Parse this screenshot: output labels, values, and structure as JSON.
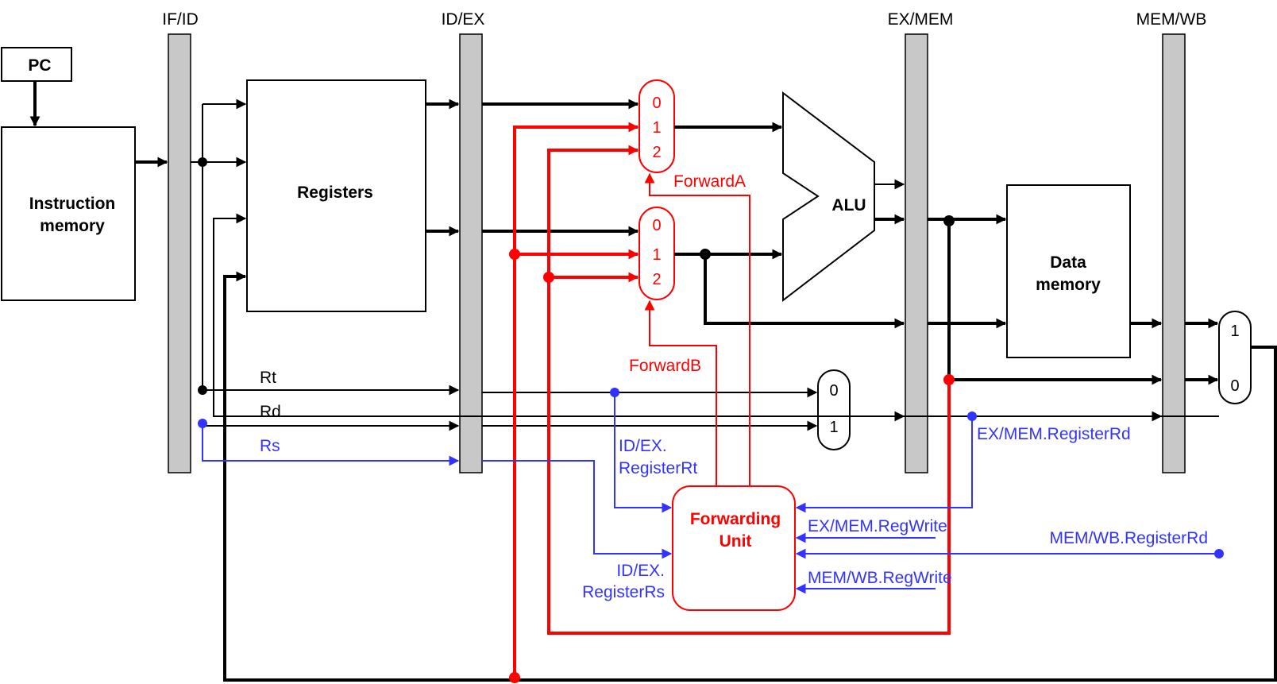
{
  "colors": {
    "black": "#000000",
    "red": "#ff0000",
    "blue": "#3333ff",
    "reg_fill": "#c8c8c8"
  },
  "pipeline_registers": {
    "if_id": "IF/ID",
    "id_ex": "ID/EX",
    "ex_mem": "EX/MEM",
    "mem_wb": "MEM/WB"
  },
  "blocks": {
    "pc": "PC",
    "instruction_memory": [
      "Instruction",
      "memory"
    ],
    "registers": "Registers",
    "alu": "ALU",
    "data_memory": [
      "Data",
      "memory"
    ],
    "forwarding_unit": [
      "Forwarding",
      "Unit"
    ]
  },
  "muxes": {
    "forward_a": [
      "0",
      "1",
      "2"
    ],
    "forward_b": [
      "0",
      "1",
      "2"
    ],
    "reg_dst": [
      "0",
      "1"
    ],
    "mem_to_reg": [
      "1",
      "0"
    ]
  },
  "signals": {
    "forward_a": "ForwardA",
    "forward_b": "ForwardB",
    "rt": "Rt",
    "rd": "Rd",
    "rs": "Rs",
    "idex_rt": [
      "ID/EX.",
      "RegisterRt"
    ],
    "idex_rs": [
      "ID/EX.",
      "RegisterRs"
    ],
    "exmem_rd": "EX/MEM.RegisterRd",
    "exmem_regwrite": "EX/MEM.RegWrite",
    "memwb_rd": "MEM/WB.RegisterRd",
    "memwb_regwrite": "MEM/WB.RegWrite"
  }
}
